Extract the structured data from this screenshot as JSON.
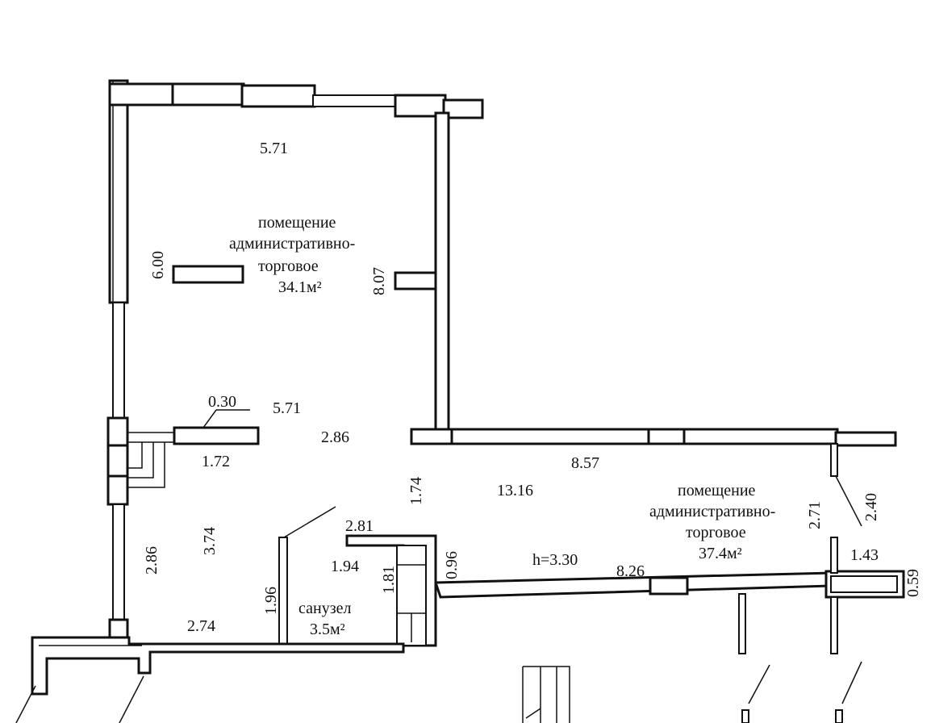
{
  "rooms": {
    "room_a": {
      "name_line1": "помещение",
      "name_line2": "административно-",
      "name_line3": "торговое",
      "area": "34.1м²"
    },
    "room_b": {
      "name_line1": "помещение",
      "name_line2": "административно-",
      "name_line3": "торговое",
      "area": "37.4м²"
    },
    "wc": {
      "name": "санузел",
      "area": "3.5м²"
    }
  },
  "dimensions": {
    "top_width": "5.71",
    "left_height": "6.00",
    "right_height": "8.07",
    "pier_thickness": "0.30",
    "mid_width": "5.71",
    "passage_width": "2.86",
    "pier_length": "1.72",
    "corridor_height": "1.74",
    "room_b_top_width": "8.57",
    "room_b_length": "13.16",
    "room_b_right_height": "2.71",
    "room_b_right_offset": "2.40",
    "lower_left_height": "2.86",
    "lower_inner_height": "3.74",
    "wc_top_width": "2.81",
    "wc_width": "1.94",
    "wc_depth": "1.81",
    "step_height": "0.96",
    "ceiling_height": "h=3.30",
    "room_b_bottom_width": "8.26",
    "right_end_width": "1.43",
    "right_end_height": "0.59",
    "door_height": "1.96",
    "bottom_width": "2.74"
  }
}
